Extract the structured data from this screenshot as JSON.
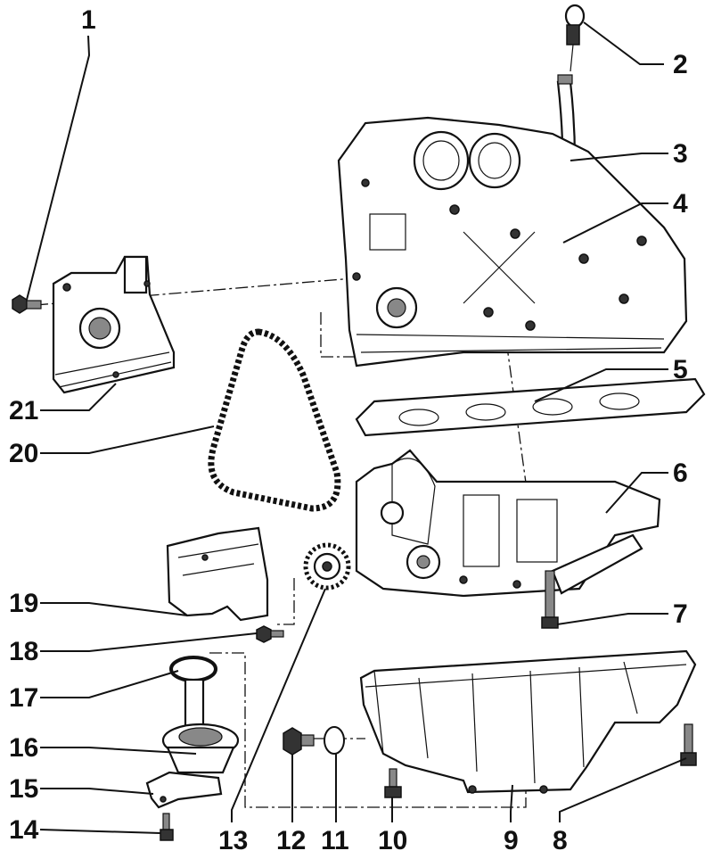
{
  "labels": {
    "n1": "1",
    "n2": "2",
    "n3": "3",
    "n4": "4",
    "n5": "5",
    "n6": "6",
    "n7": "7",
    "n8": "8",
    "n9": "9",
    "n10": "10",
    "n11": "11",
    "n12": "12",
    "n13": "13",
    "n14": "14",
    "n15": "15",
    "n16": "16",
    "n17": "17",
    "n18": "18",
    "n19": "19",
    "n20": "20",
    "n21": "21"
  }
}
